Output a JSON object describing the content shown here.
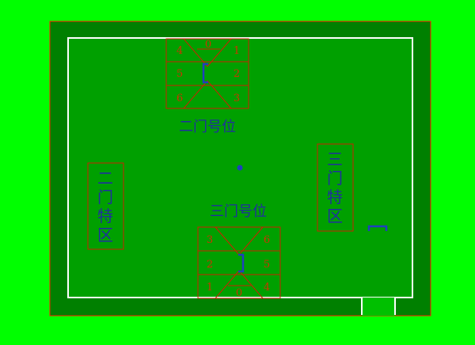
{
  "colors": {
    "background": "#00ff00",
    "outer_field": "#008000",
    "inner_field": "#00a000",
    "boundary_line": "#ffffff",
    "zone_line": "#cc2200",
    "accent": "#1f3fbf",
    "number_text": "#cc3300"
  },
  "top_box": {
    "numbers": {
      "top": "0",
      "left_upper": "4",
      "left_middle": "5",
      "left_lower": "6",
      "right_upper": "1",
      "right_middle": "2",
      "right_lower": "3"
    },
    "caption": "二门号位"
  },
  "bottom_box": {
    "caption": "三门号位",
    "numbers": {
      "left_upper": "3",
      "left_middle": "2",
      "left_lower": "1",
      "right_upper": "6",
      "right_middle": "5",
      "right_lower": "4",
      "bottom": "0"
    }
  },
  "left_zone": {
    "label": "二门特区"
  },
  "right_zone": {
    "label": "三门特区"
  }
}
